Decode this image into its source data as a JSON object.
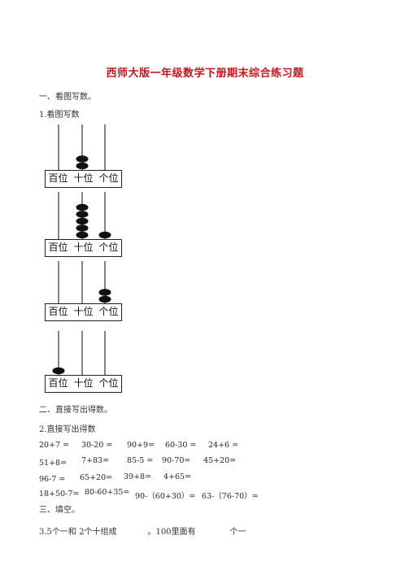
{
  "title": "西师大版一年级数学下册期末综合练习题",
  "section1": {
    "heading": "一、看图写数。",
    "sub": "1.看图写数"
  },
  "abacus_labels": [
    "百位",
    "十位",
    "个位"
  ],
  "abaci": [
    {
      "hundreds": 0,
      "tens": 2,
      "ones": 0
    },
    {
      "hundreds": 0,
      "tens": 5,
      "ones": 1
    },
    {
      "hundreds": 0,
      "tens": 0,
      "ones": 2
    },
    {
      "hundreds": 1,
      "tens": 0,
      "ones": 0
    }
  ],
  "section2": {
    "heading": "二、直接写出得数。",
    "sub": "2.直接写出得数",
    "rows": [
      [
        "20+7 =",
        "30-20 =",
        "90+9=",
        "60-30 =",
        "24+6 ="
      ],
      [
        "51+8=",
        "7+83=",
        "85-5 =",
        "90-70=",
        "45+20="
      ],
      [
        "96-7 =",
        "65+20=",
        "39+8=",
        "4+65="
      ],
      [
        "18+50-7=",
        "80-60+35=",
        "90-（60+30）=",
        "63-（76-70）="
      ]
    ]
  },
  "section3": {
    "heading": "三、填空。",
    "q1_a": "3.5个一和  2个十组成",
    "q1_b": "。100里面有",
    "q1_c": "个一"
  }
}
